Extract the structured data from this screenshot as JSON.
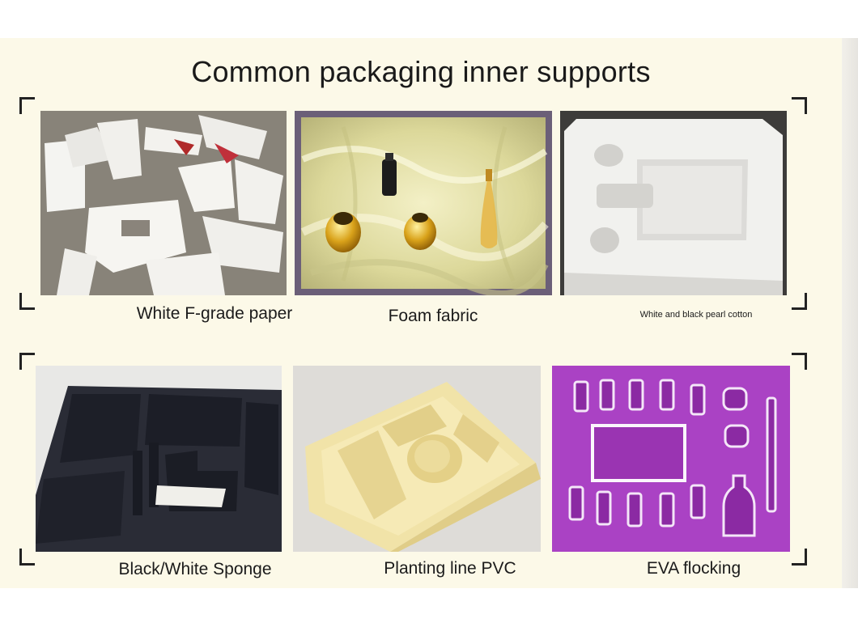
{
  "title": "Common packaging inner supports",
  "items": [
    {
      "label": "White F-grade paper",
      "icon": "white-paper-cutouts-photo"
    },
    {
      "label": "Foam fabric",
      "icon": "satin-foam-fabric-photo"
    },
    {
      "label": "White and black pearl cotton",
      "icon": "pearl-cotton-tray-photo"
    },
    {
      "label": "Black/White Sponge",
      "icon": "black-sponge-tray-photo"
    },
    {
      "label": "Planting line PVC",
      "icon": "yellow-pvc-tray-photo"
    },
    {
      "label": "EVA flocking",
      "icon": "purple-eva-flocking-photo"
    }
  ],
  "colors": {
    "background": "#fcf9e8",
    "corner_marks": "#222222"
  }
}
